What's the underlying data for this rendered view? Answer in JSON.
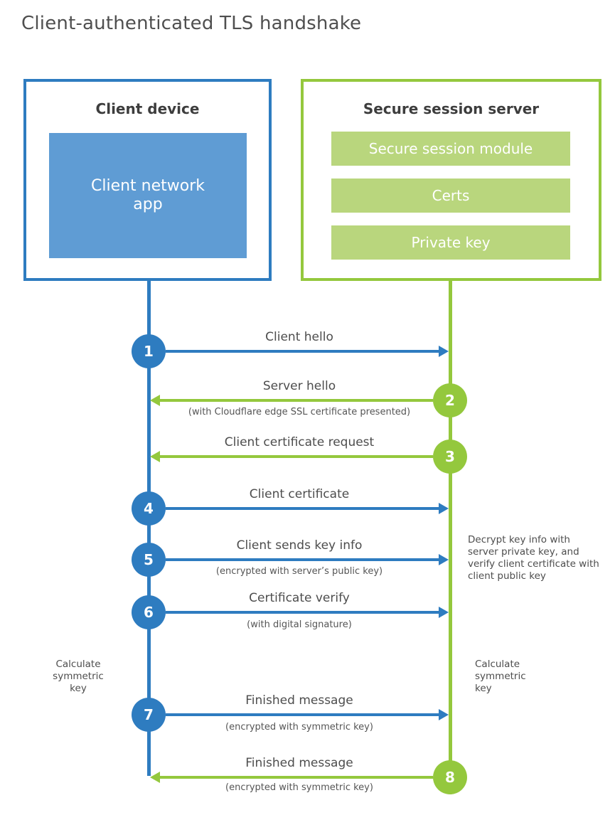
{
  "title": "Client-authenticated TLS handshake",
  "colors": {
    "blue": "#2e7cc0",
    "blue_fill": "#5f9cd4",
    "green": "#94c83d",
    "green_fill": "#b9d67d"
  },
  "client_box": {
    "title": "Client device",
    "app_label": "Client network app"
  },
  "server_box": {
    "title": "Secure session server",
    "modules": [
      "Secure session module",
      "Certs",
      "Private key"
    ]
  },
  "steps": [
    {
      "num": "1",
      "label": "Client hello",
      "sublabel": "",
      "direction": "right",
      "from": "client"
    },
    {
      "num": "2",
      "label": "Server hello",
      "sublabel": "(with Cloudflare edge SSL certificate presented)",
      "direction": "left",
      "from": "server"
    },
    {
      "num": "3",
      "label": "Client certificate request",
      "sublabel": "",
      "direction": "left",
      "from": "server"
    },
    {
      "num": "4",
      "label": "Client certificate",
      "sublabel": "",
      "direction": "right",
      "from": "client"
    },
    {
      "num": "5",
      "label": "Client sends key info",
      "sublabel": "(encrypted with server’s public key)",
      "direction": "right",
      "from": "client"
    },
    {
      "num": "6",
      "label": "Certificate verify",
      "sublabel": "(with digital signature)",
      "direction": "right",
      "from": "client"
    },
    {
      "num": "7",
      "label": "Finished message",
      "sublabel": "(encrypted with symmetric key)",
      "direction": "right",
      "from": "client"
    },
    {
      "num": "8",
      "label": "Finished message",
      "sublabel": "(encrypted with symmetric key)",
      "direction": "left",
      "from": "server"
    }
  ],
  "notes": {
    "server_note": "Decrypt key info with server private key, and verify client certificate with client public key",
    "client_calc": "Calculate symmetric key",
    "server_calc": "Calculate symmetric key"
  }
}
